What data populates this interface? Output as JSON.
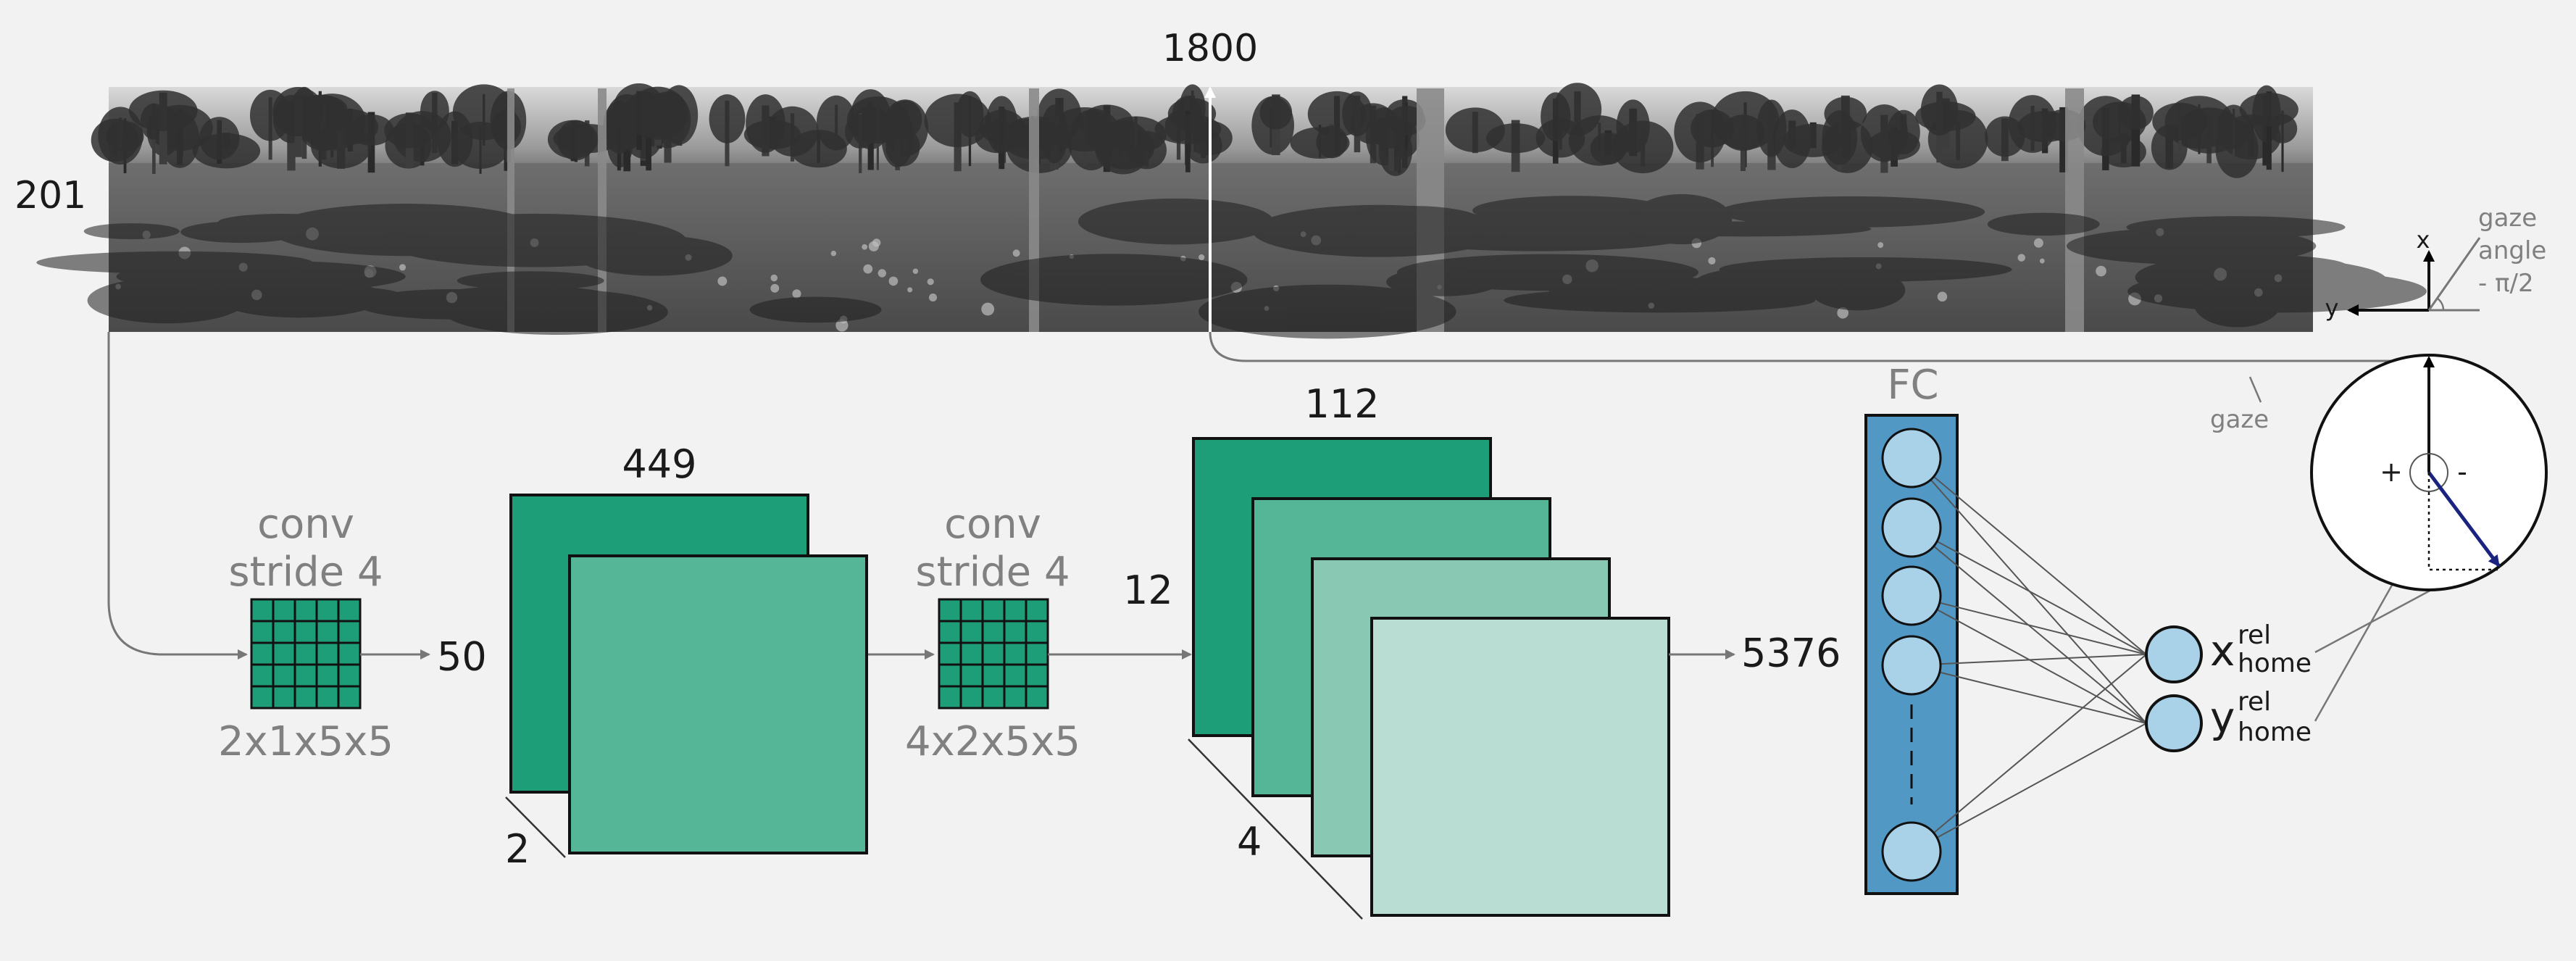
{
  "panorama": {
    "width_label": "1800",
    "height_label": "201"
  },
  "conv1": {
    "title_line1": "conv",
    "title_line2": "stride 4",
    "kernel": "2x1x5x5",
    "input_height_label": "50"
  },
  "block1": {
    "width_label": "449",
    "depth_label": "2"
  },
  "conv2": {
    "title_line1": "conv",
    "title_line2": "stride 4",
    "kernel": "4x2x5x5"
  },
  "block2": {
    "width_label": "112",
    "height_label": "12",
    "depth_label": "4"
  },
  "flatten": {
    "size_label": "5376"
  },
  "fc": {
    "label": "FC"
  },
  "outputs": {
    "x_base": "x",
    "x_sup": "rel",
    "x_sub": "home",
    "y_base": "y",
    "y_sup": "rel",
    "y_sub": "home"
  },
  "gaze": {
    "label": "gaze",
    "angle_line1": "gaze",
    "angle_line2": "angle",
    "angle_line3": "- π/2",
    "axis_x": "x",
    "axis_y": "y",
    "plus": "+",
    "minus": "-"
  },
  "colors": {
    "background": "#f2f2f2",
    "green_1": "#1e9e78",
    "green_2": "#55b597",
    "green_3": "#89c9b3",
    "green_4": "#b9ddd3",
    "fc_bar": "#5198c5",
    "fc_node": "#a9d1e8",
    "arrow_navy": "#1a237e",
    "label_gray": "#808080"
  }
}
